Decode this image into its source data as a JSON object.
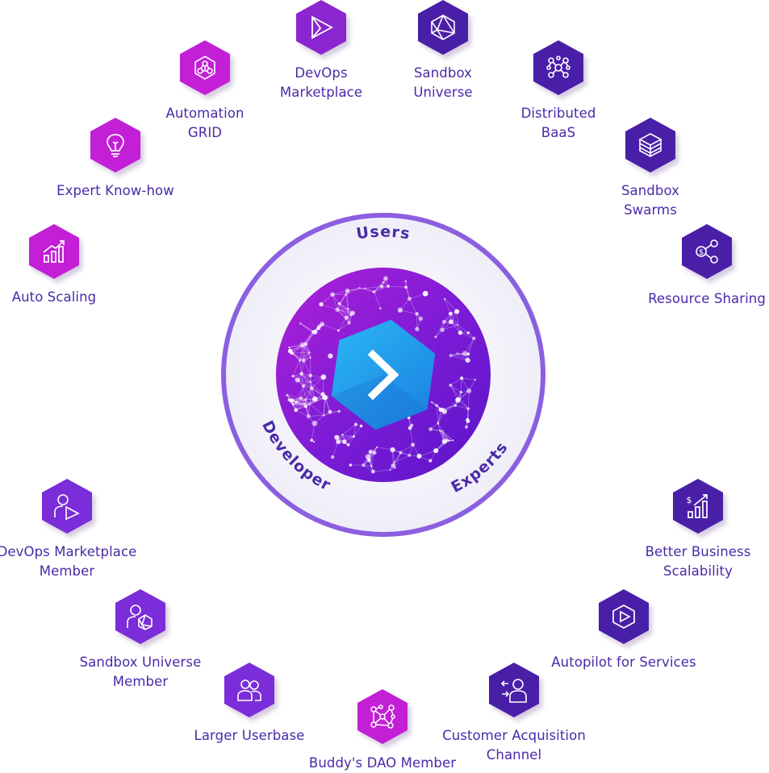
{
  "center": {
    "ring_labels": {
      "users": "Users",
      "developers": "Developers",
      "experts": "Experts"
    },
    "logo_icon": "chevron-right-icon"
  },
  "colors": {
    "magenta": "#c21fd6",
    "purple": "#8a25d0",
    "indigo": "#4a1fa8",
    "label": "#4a2aa8",
    "logo_blue": "#1fa0ee"
  },
  "features": [
    {
      "id": "devops-marketplace",
      "label": [
        "DevOps",
        "Marketplace"
      ],
      "icon": "play-triangle-icon",
      "color": "purple"
    },
    {
      "id": "sandbox-universe",
      "label": [
        "Sandbox",
        "Universe"
      ],
      "icon": "polyhedron-icon",
      "color": "indigo"
    },
    {
      "id": "automation-grid",
      "label": [
        "Automation",
        "GRID"
      ],
      "icon": "node-network-icon",
      "color": "magenta"
    },
    {
      "id": "distributed-baas",
      "label": [
        "Distributed",
        "BaaS"
      ],
      "icon": "cluster-icon",
      "color": "indigo"
    },
    {
      "id": "expert-know-how",
      "label": [
        "Expert Know-how"
      ],
      "icon": "lightbulb-icon",
      "color": "magenta"
    },
    {
      "id": "sandbox-swarms",
      "label": [
        "Sandbox",
        "Swarms"
      ],
      "icon": "stacked-layers-icon",
      "color": "indigo"
    },
    {
      "id": "auto-scaling",
      "label": [
        "Auto Scaling"
      ],
      "icon": "growth-chart-icon",
      "color": "magenta"
    },
    {
      "id": "resource-sharing",
      "label": [
        "Resource Sharing"
      ],
      "icon": "share-dollar-icon",
      "color": "indigo"
    },
    {
      "id": "devops-marketplace-member",
      "label": [
        "DevOps Marketplace",
        "Member"
      ],
      "icon": "user-play-icon",
      "color": "purple"
    },
    {
      "id": "better-business-scalability",
      "label": [
        "Better Business",
        "Scalability"
      ],
      "icon": "dollar-bar-chart-icon",
      "color": "indigo"
    },
    {
      "id": "sandbox-universe-member",
      "label": [
        "Sandbox Universe",
        "Member"
      ],
      "icon": "user-polyhedron-icon",
      "color": "purple"
    },
    {
      "id": "autopilot-for-services",
      "label": [
        "Autopilot for Services"
      ],
      "icon": "play-hexagon-icon",
      "color": "indigo"
    },
    {
      "id": "larger-userbase",
      "label": [
        "Larger Userbase"
      ],
      "icon": "users-group-icon",
      "color": "purple"
    },
    {
      "id": "customer-acquisition-channel",
      "label": [
        "Customer Acquisition",
        "Channel"
      ],
      "icon": "user-arrows-icon",
      "color": "indigo"
    },
    {
      "id": "buddys-dao-member",
      "label": [
        "Buddy's DAO Member"
      ],
      "icon": "dao-network-icon",
      "color": "magenta"
    }
  ]
}
